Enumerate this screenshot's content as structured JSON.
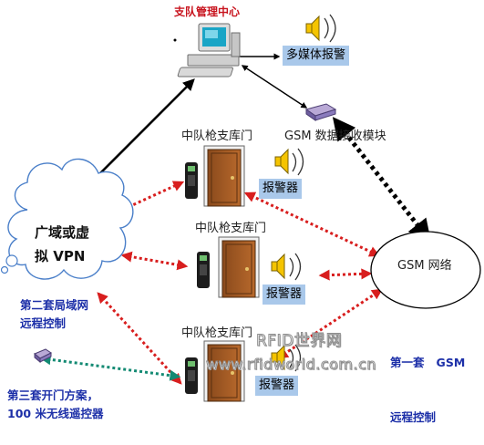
{
  "headquarters": {
    "title": "支队管理中心"
  },
  "multimedia_alarm": {
    "label": "多媒体报警"
  },
  "gsm_module": {
    "label": "GSM 数据接收模块"
  },
  "doors": [
    {
      "label": "中队枪支库门",
      "alarm_label": "报警器"
    },
    {
      "label": "中队枪支库门",
      "alarm_label": "报警器"
    },
    {
      "label": "中队枪支库门",
      "alarm_label": "报警器"
    }
  ],
  "wan_cloud": {
    "line1": "广域或虚",
    "line2": "拟 VPN"
  },
  "gsm_network": {
    "label": "GSM 网络"
  },
  "schemes": {
    "second": {
      "line1": "第二套局域网",
      "line2": "远程控制"
    },
    "first": {
      "line1": "第一套   GSM",
      "line2": "远程控制"
    },
    "third": {
      "line1": "第三套开门方案，",
      "line2": "100 米无线遥控器"
    }
  },
  "watermark": {
    "line1": "RFID世界网",
    "line2": "www.rfidworld.com.cn"
  },
  "colors": {
    "arrow_red": "#d81e1e",
    "arrow_black": "#000000",
    "arrow_teal": "#138a73",
    "label_box": "#a9c8ea",
    "title_red": "#c8141e",
    "scheme_blue": "#1c2fa8"
  },
  "icons": [
    "computer-icon",
    "speaker-icon",
    "modem-icon",
    "door-icon",
    "card-reader-icon",
    "cloud-icon",
    "remote-control-icon"
  ]
}
